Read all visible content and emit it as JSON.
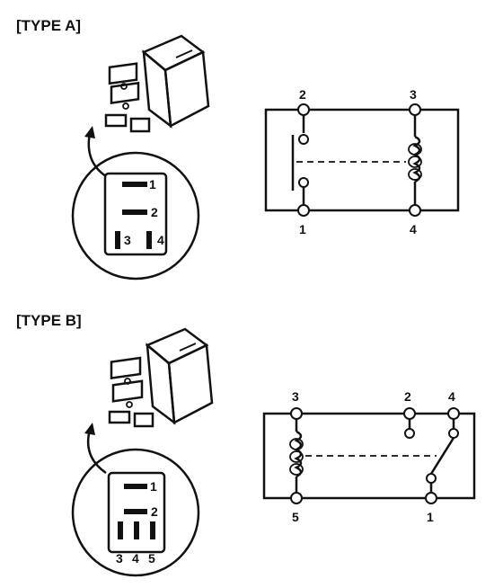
{
  "type_a": {
    "title": "[TYPE A]",
    "connector_pins": [
      "1",
      "2",
      "3",
      "4"
    ],
    "schematic_pins": {
      "top_left": "2",
      "top_right": "3",
      "bottom_left": "1",
      "bottom_right": "4"
    }
  },
  "type_b": {
    "title": "[TYPE B]",
    "connector_pins": [
      "1",
      "2",
      "3",
      "4",
      "5"
    ],
    "schematic_pins": {
      "top_left": "3",
      "top_mid": "2",
      "top_right": "4",
      "bottom_left": "5",
      "bottom_right": "1"
    }
  }
}
